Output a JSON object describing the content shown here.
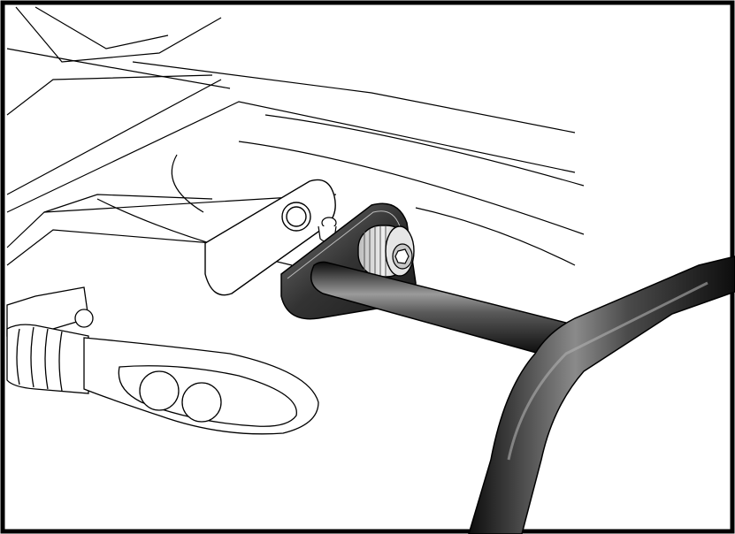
{
  "figure": {
    "subject": "motorcycle-rear-rack-mounting-detail",
    "parts": [
      {
        "name": "rear-fender-body",
        "icon": "fender-lines"
      },
      {
        "name": "mounting-tab-with-hole",
        "icon": "bracket-tab"
      },
      {
        "name": "rack-bracket-plate",
        "icon": "bracket-plate"
      },
      {
        "name": "threaded-spacer-nut",
        "icon": "threaded-nut"
      },
      {
        "name": "hex-socket-bolt",
        "icon": "hex-socket"
      },
      {
        "name": "rack-tube",
        "icon": "tube"
      },
      {
        "name": "turn-signal",
        "icon": "turn-signal"
      }
    ],
    "colors": {
      "line": "#000000",
      "background": "#ffffff",
      "tube_dark": "#1a1a1a",
      "tube_light": "#9a9a9a",
      "plate": "#3a3a3a",
      "nut": "#d6d6d6"
    }
  }
}
